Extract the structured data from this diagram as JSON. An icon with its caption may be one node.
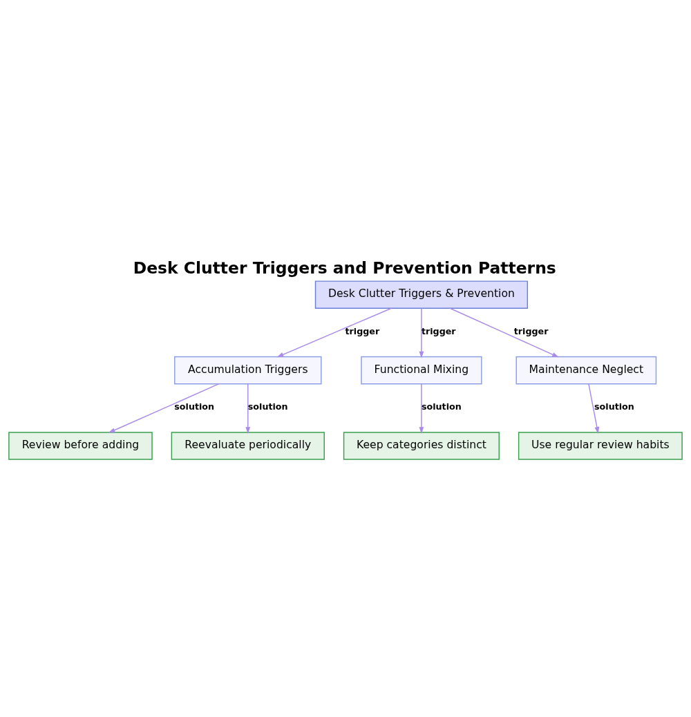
{
  "diagram": {
    "title": "Desk Clutter Triggers and Prevention Patterns",
    "nodes": [
      {
        "text": [
          "Desk Clutter Triggers & Prevention"
        ]
      },
      {
        "text": [
          "Accumulation Triggers"
        ]
      },
      {
        "text": [
          "Functional Mixing"
        ]
      },
      {
        "text": [
          "Maintenance Neglect"
        ]
      },
      {
        "text": [
          "Review before adding"
        ]
      },
      {
        "text": [
          "Reevaluate periodically"
        ]
      },
      {
        "text": [
          "Keep categories distinct"
        ]
      },
      {
        "text": [
          "Use regular review habits"
        ]
      }
    ],
    "edges": [
      {
        "from": 0,
        "to": 1,
        "arrow": "to",
        "label": "trigger"
      },
      {
        "from": 0,
        "to": 2,
        "arrow": "to",
        "label": "trigger"
      },
      {
        "from": 0,
        "to": 3,
        "arrow": "to",
        "label": "trigger"
      },
      {
        "from": 1,
        "to": 4,
        "arrow": "to",
        "label": "solution"
      },
      {
        "from": 1,
        "to": 5,
        "arrow": "to",
        "label": "solution"
      },
      {
        "from": 2,
        "to": 6,
        "arrow": "to",
        "label": "solution"
      },
      {
        "from": 3,
        "to": 7,
        "arrow": "to",
        "label": "solution"
      }
    ]
  }
}
